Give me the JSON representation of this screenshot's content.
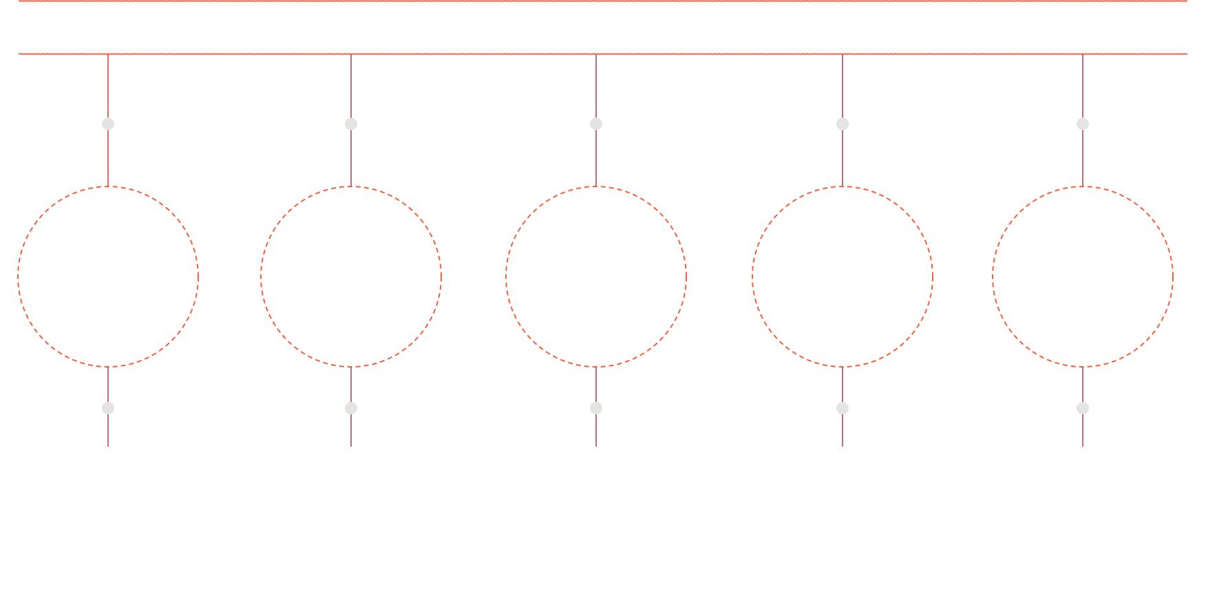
{
  "diagram": {
    "node_count": 5,
    "colors": {
      "rail": "#f2603f",
      "stem_top": "#e0423a",
      "stem": "#b2485a",
      "circle_dash": "#f2603f",
      "dot": "#e4e4e4",
      "background": "#ffffff"
    },
    "nodes": [
      {
        "id": "node-1",
        "label": ""
      },
      {
        "id": "node-2",
        "label": ""
      },
      {
        "id": "node-3",
        "label": ""
      },
      {
        "id": "node-4",
        "label": ""
      },
      {
        "id": "node-5",
        "label": ""
      }
    ]
  }
}
